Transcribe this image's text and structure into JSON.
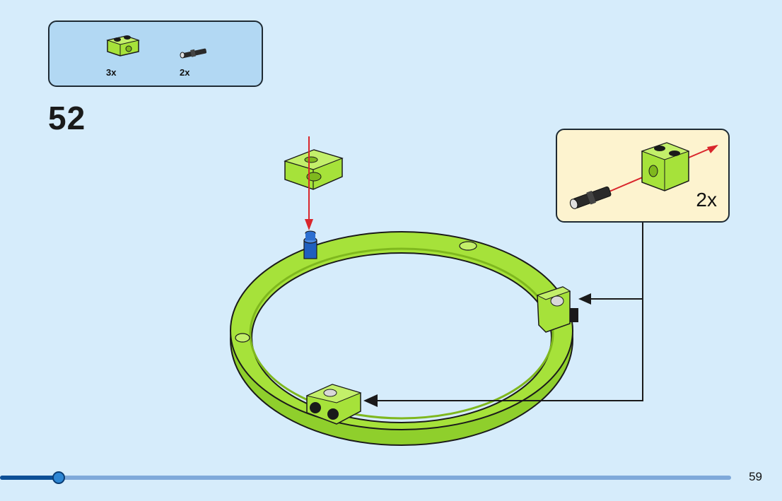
{
  "parts_list": {
    "items": [
      {
        "icon": "technic-brick-1x2-lime-icon",
        "quantity": "3x"
      },
      {
        "icon": "connector-pin-black-icon",
        "quantity": "2x"
      }
    ]
  },
  "step": {
    "number": "52"
  },
  "callout": {
    "quantity": "2x",
    "icon": "pin-into-brick-icon"
  },
  "progress": {
    "fraction": 0.08
  },
  "page": {
    "number": "59"
  },
  "colors": {
    "background": "#d6ecfb",
    "parts_box": "#b2d8f3",
    "callout_box": "#fdf3cf",
    "lime": "#a6e23a",
    "arrow_red": "#d9262c",
    "pin_blue": "#1f5fbf"
  }
}
